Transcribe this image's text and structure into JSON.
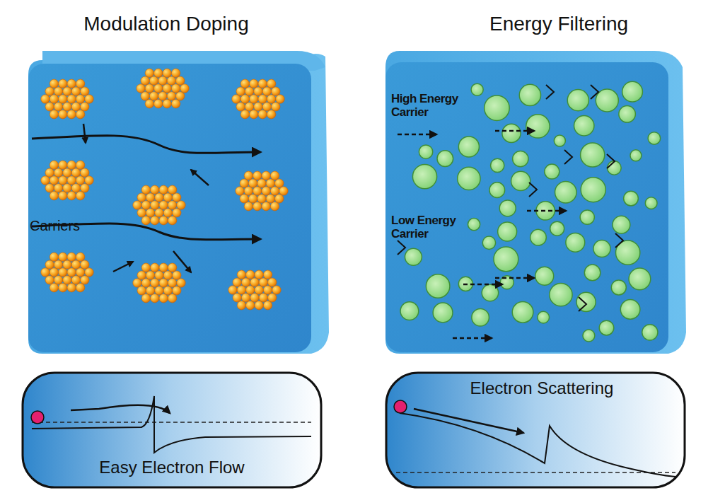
{
  "diagram": {
    "nodes": [
      {
        "text": [
          "Modulation Doping",
          "Carriers"
        ]
      },
      {
        "text": [
          "Energy Filtering",
          "High Energy Carrier",
          "Low Energy Carrier"
        ]
      },
      {
        "text": [
          "Easy Electron Flow"
        ]
      },
      {
        "text": [
          "Electron Scattering"
        ]
      }
    ]
  }
}
